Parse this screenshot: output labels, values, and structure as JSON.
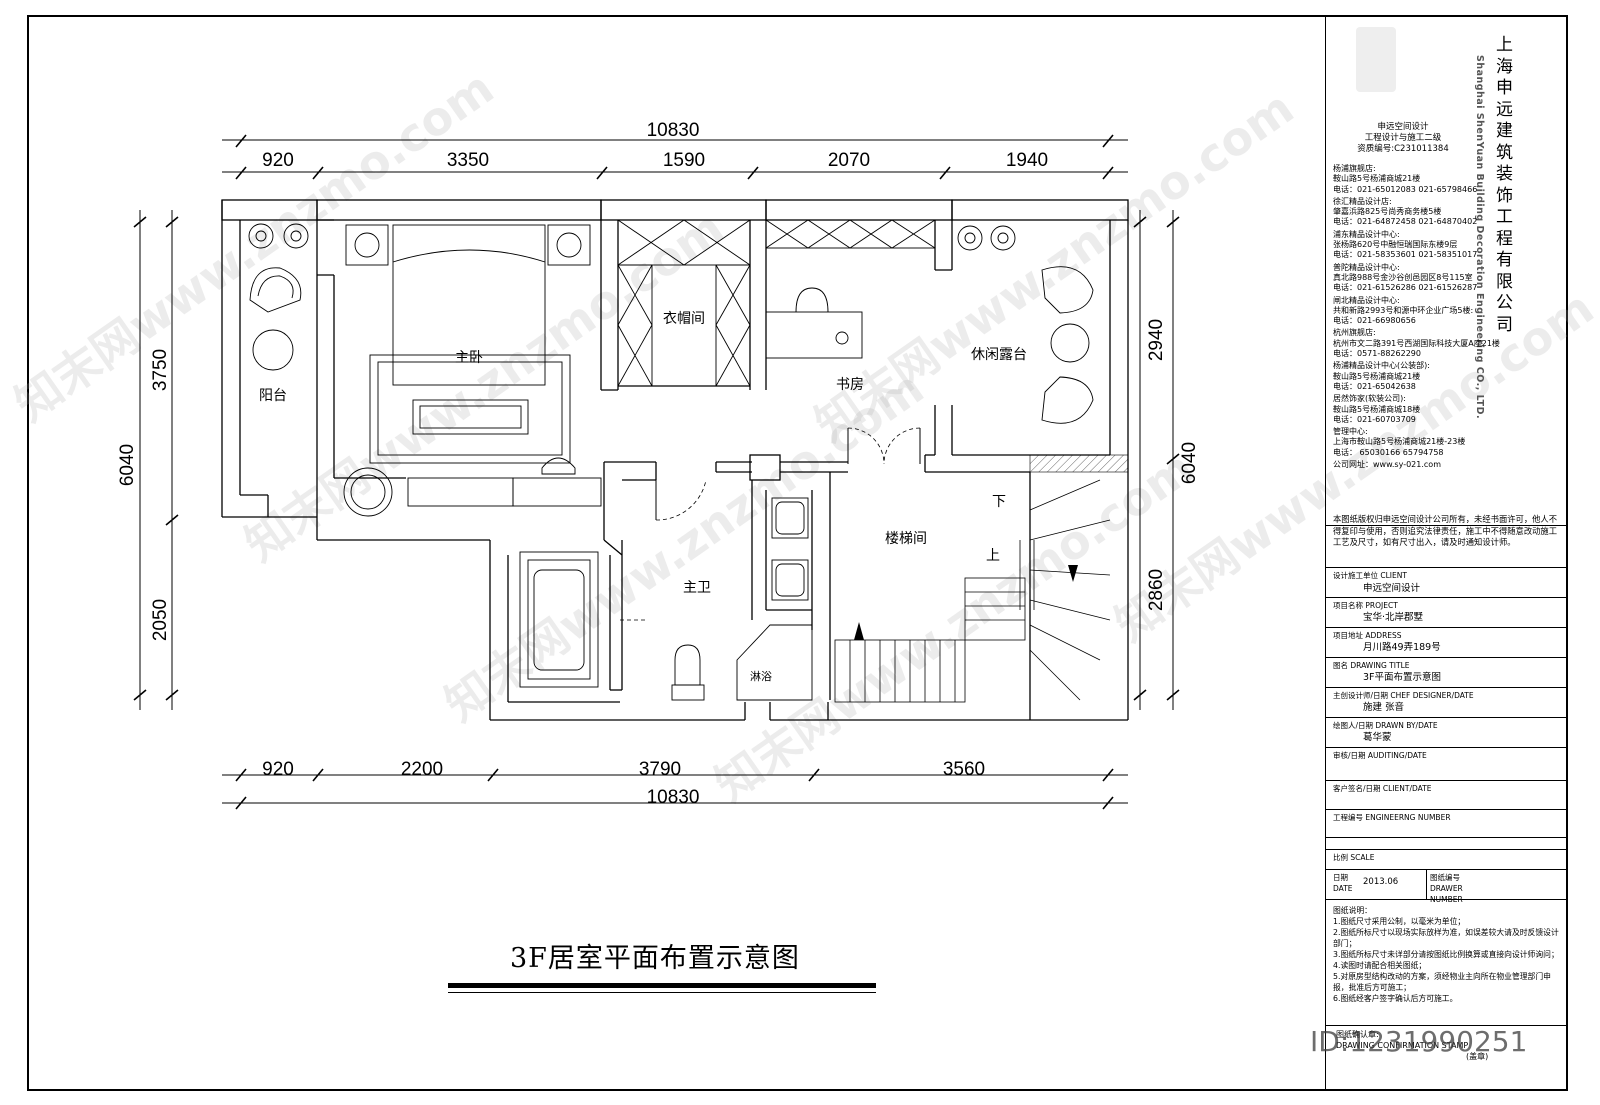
{
  "plan": {
    "title": "3F居室平面布置示意图",
    "dims_top": {
      "total": "10830",
      "parts": [
        "920",
        "3350",
        "1590",
        "2070",
        "1940"
      ]
    },
    "dims_bottom": {
      "total": "10830",
      "parts": [
        "920",
        "2200",
        "3790",
        "3560"
      ]
    },
    "dims_left": {
      "total": "6040",
      "parts": [
        "3750",
        "2050"
      ]
    },
    "dims_right": {
      "total": "6040",
      "parts": [
        "2940",
        "2860"
      ]
    },
    "rooms": {
      "balcony": "阳台",
      "master_bedroom": "主卧",
      "cloakroom": "衣帽间",
      "study": "书房",
      "terrace": "休闲露台",
      "master_bath": "主卫",
      "stairwell": "楼梯间",
      "shower": "淋浴",
      "stair_down": "下",
      "stair_up": "上"
    }
  },
  "titleblock": {
    "company_cn": "上海申远建筑装饰工程有限公司",
    "company_en": "Shanghai ShenYuan Building Decoration Engineering CO., LTD.",
    "head": [
      "申远空间设计",
      "工程设计与施工二级",
      "资质编号:C231011384"
    ],
    "branches": [
      {
        "name": "杨浦旗舰店:",
        "addr": "鞍山路5号杨浦商城21楼",
        "tel": "电话：021-65012083  021-65798466"
      },
      {
        "name": "徐汇精品设计店:",
        "addr": "肇嘉浜路825号尚秀商务楼5楼",
        "tel": "电话：021-64872458  021-64870402"
      },
      {
        "name": "浦东精品设计中心:",
        "addr": "张杨路620号中融恒瑞国际东楼9层",
        "tel": "电话：021-58353601  021-58351017"
      },
      {
        "name": "普陀精品设计中心:",
        "addr": "真北路988号金沙谷创邑园区8号115室",
        "tel": "电话：021-61526286  021-61526287"
      },
      {
        "name": "闸北精品设计中心:",
        "addr": "共和新路2993号和源中环企业广场5楼:",
        "tel": "电话：021-66980656"
      },
      {
        "name": "杭州旗舰店:",
        "addr": "杭州市文二路391号西湖国际科技大厦A座21楼",
        "tel": "电话：0571-88262290"
      },
      {
        "name": "杨浦精品设计中心(公装部):",
        "addr": "鞍山路5号杨浦商城21楼",
        "tel": "电话：021-65042638"
      },
      {
        "name": "居然饰家(软装公司):",
        "addr": "鞍山路5号杨浦商城18楼",
        "tel": "电话：021-60703709"
      },
      {
        "name": "管理中心:",
        "addr": "上海市鞍山路5号杨浦商城21楼-23楼",
        "tel": "电话： 65030166  65794758"
      }
    ],
    "website": "公司网址：www.sy-021.com",
    "copyright": "本图纸版权归申远空间设计公司所有，未经书面许可，他人不得复印与使用，否则追究法律责任，施工中不得随意改动施工工艺及尺寸，如有尺寸出入，请及时通知设计师。",
    "fields": {
      "client_label": "设计施工单位 CLIENT",
      "client": "申远空间设计",
      "project_label": "项目名称 PROJECT",
      "project": "宝华·北岸郡墅",
      "address_label": "项目地址 ADDRESS",
      "address": "月川路49弄189号",
      "drawing_label": "图名 DRAWING TITLE",
      "drawing": "3F平面布置示意图",
      "designer_label": "主创设计师/日期 CHEF DESIGNER/DATE",
      "designer": "施建  张音",
      "drawn_label": "绘图人/日期 DRAWN BY/DATE",
      "drawn": "葛华蒙",
      "audit_label": "审核/日期 AUDITING/DATE",
      "client_sign_label": "客户签名/日期 CLIENT/DATE",
      "eng_label": "工程编号 ENGINEERNG NUMBER",
      "scale_label": "比例 SCALE",
      "date_label": "日期 DATE",
      "date": "2013.06",
      "drawer_label": "图纸编号 DRAWER NUMBER"
    },
    "notes_title": "图纸说明：",
    "notes": [
      "1.图纸尺寸采用公制，以毫米为单位；",
      "2.图纸所标尺寸以现场实际放样为准，如误差较大请及时反馈设计部门；",
      "3.图纸所标尺寸未详部分请按图纸比例换算或直接向设计师询问；",
      "4.读图时请配合相关图纸；",
      "5.对原房型结构改动的方案，须经物业主向所在物业管理部门申报，批准后方可施工；",
      "6.图纸经客户签字确认后方可施工。"
    ],
    "confirm": [
      "图纸确认章:",
      "DRAWING CONFIRMATION STAMP",
      "(盖章)"
    ]
  },
  "watermark": {
    "site": "知末网www.znzmo.com",
    "id": "ID:1231990251"
  }
}
